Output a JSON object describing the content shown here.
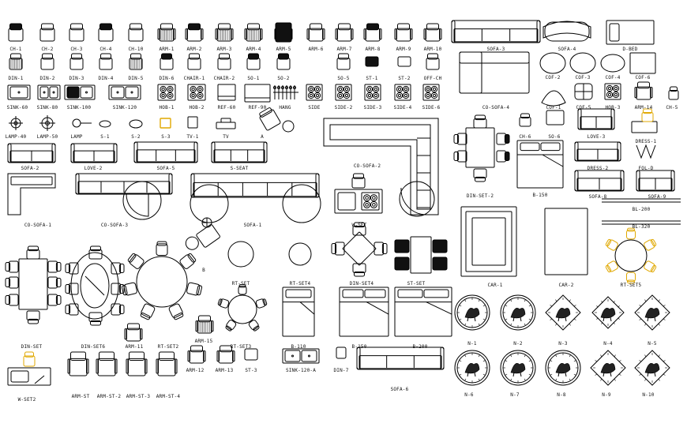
{
  "title": "",
  "colors": {
    "line": "#000000",
    "highlight": "#e0a800",
    "paper": "#ffffff"
  },
  "labels": {
    "r1": [
      "CH-1",
      "CH-2",
      "CH-3",
      "CH-4",
      "CH-10",
      "ARM-1",
      "ARM-2",
      "ARM-3",
      "ARM-4",
      "ARM-5",
      "ARM-6",
      "ARM-7",
      "ARM-8",
      "ARM-9",
      "ARM-10",
      "SOFA-3",
      "SOFA-4",
      "D-BED"
    ],
    "r2": [
      "DIN-1",
      "DIN-2",
      "DIN-3",
      "DIN-4",
      "DIN-5",
      "DIN-6",
      "CHAIR-1",
      "CHAIR-2",
      "SO-1",
      "SO-2",
      "SO-5",
      "ST-1",
      "ST-2",
      "OFF-CH",
      "COF-2",
      "COF-3",
      "COF-4",
      "COF-6"
    ],
    "r3": [
      "SINK-60",
      "SINK-80",
      "SINK-100",
      "SINK-120",
      "HOB-1",
      "HOB-2",
      "REF-60",
      "REF-90",
      "HANG",
      "SIDE",
      "SIDE-2",
      "SIDE-3",
      "SIDE-4",
      "SIDE-6",
      "CO-SOFA-4",
      "COF-1",
      "COF-5",
      "HOB-3",
      "ARM-14",
      "CH-5"
    ],
    "r4": [
      "LAMP-40",
      "LAMP-50",
      "LAMP",
      "S-1",
      "S-2",
      "S-3",
      "TV-1",
      "TV",
      "A",
      "CH-6",
      "SO-6",
      "LOVE-3",
      "DRESS-1"
    ],
    "r5": [
      "SOFA-2",
      "LOVE-2",
      "SOFA-5",
      "S-SEAT",
      "CO-SOFA-2",
      "DIN-SET-2",
      "B-150",
      "DRESS-2",
      "FOL-D",
      "SOFA-8",
      "SOFA-9",
      "BL-200"
    ],
    "r6": [
      "CO-SOFA-1",
      "CO-SOFA-3",
      "SOFA-1",
      "W-SET",
      "BL-320"
    ],
    "r7": [
      "B",
      "RT-SET",
      "RT-SET4",
      "DIN-SET4",
      "ST-SET",
      "CAR-1",
      "CAR-2",
      "RT-SET5"
    ],
    "r8": [
      "DIN-SET",
      "DIN-SET6",
      "ARM-11",
      "RT-SET2",
      "ARM-15",
      "RT-SET3",
      "B-110",
      "B-150",
      "B-200",
      "N-1",
      "N-2",
      "N-3",
      "N-4",
      "N-5"
    ],
    "r9": [
      "ARM-12",
      "ARM-13",
      "ST-3",
      "SINK-120-A",
      "DIN-7",
      "SOFA-6",
      "N-6",
      "N-7",
      "N-8",
      "N-9",
      "N-10"
    ],
    "r10": [
      "W-SET2",
      "ARM-ST",
      "ARM-ST-2",
      "ARM-ST-3",
      "ARM-ST-4"
    ]
  }
}
